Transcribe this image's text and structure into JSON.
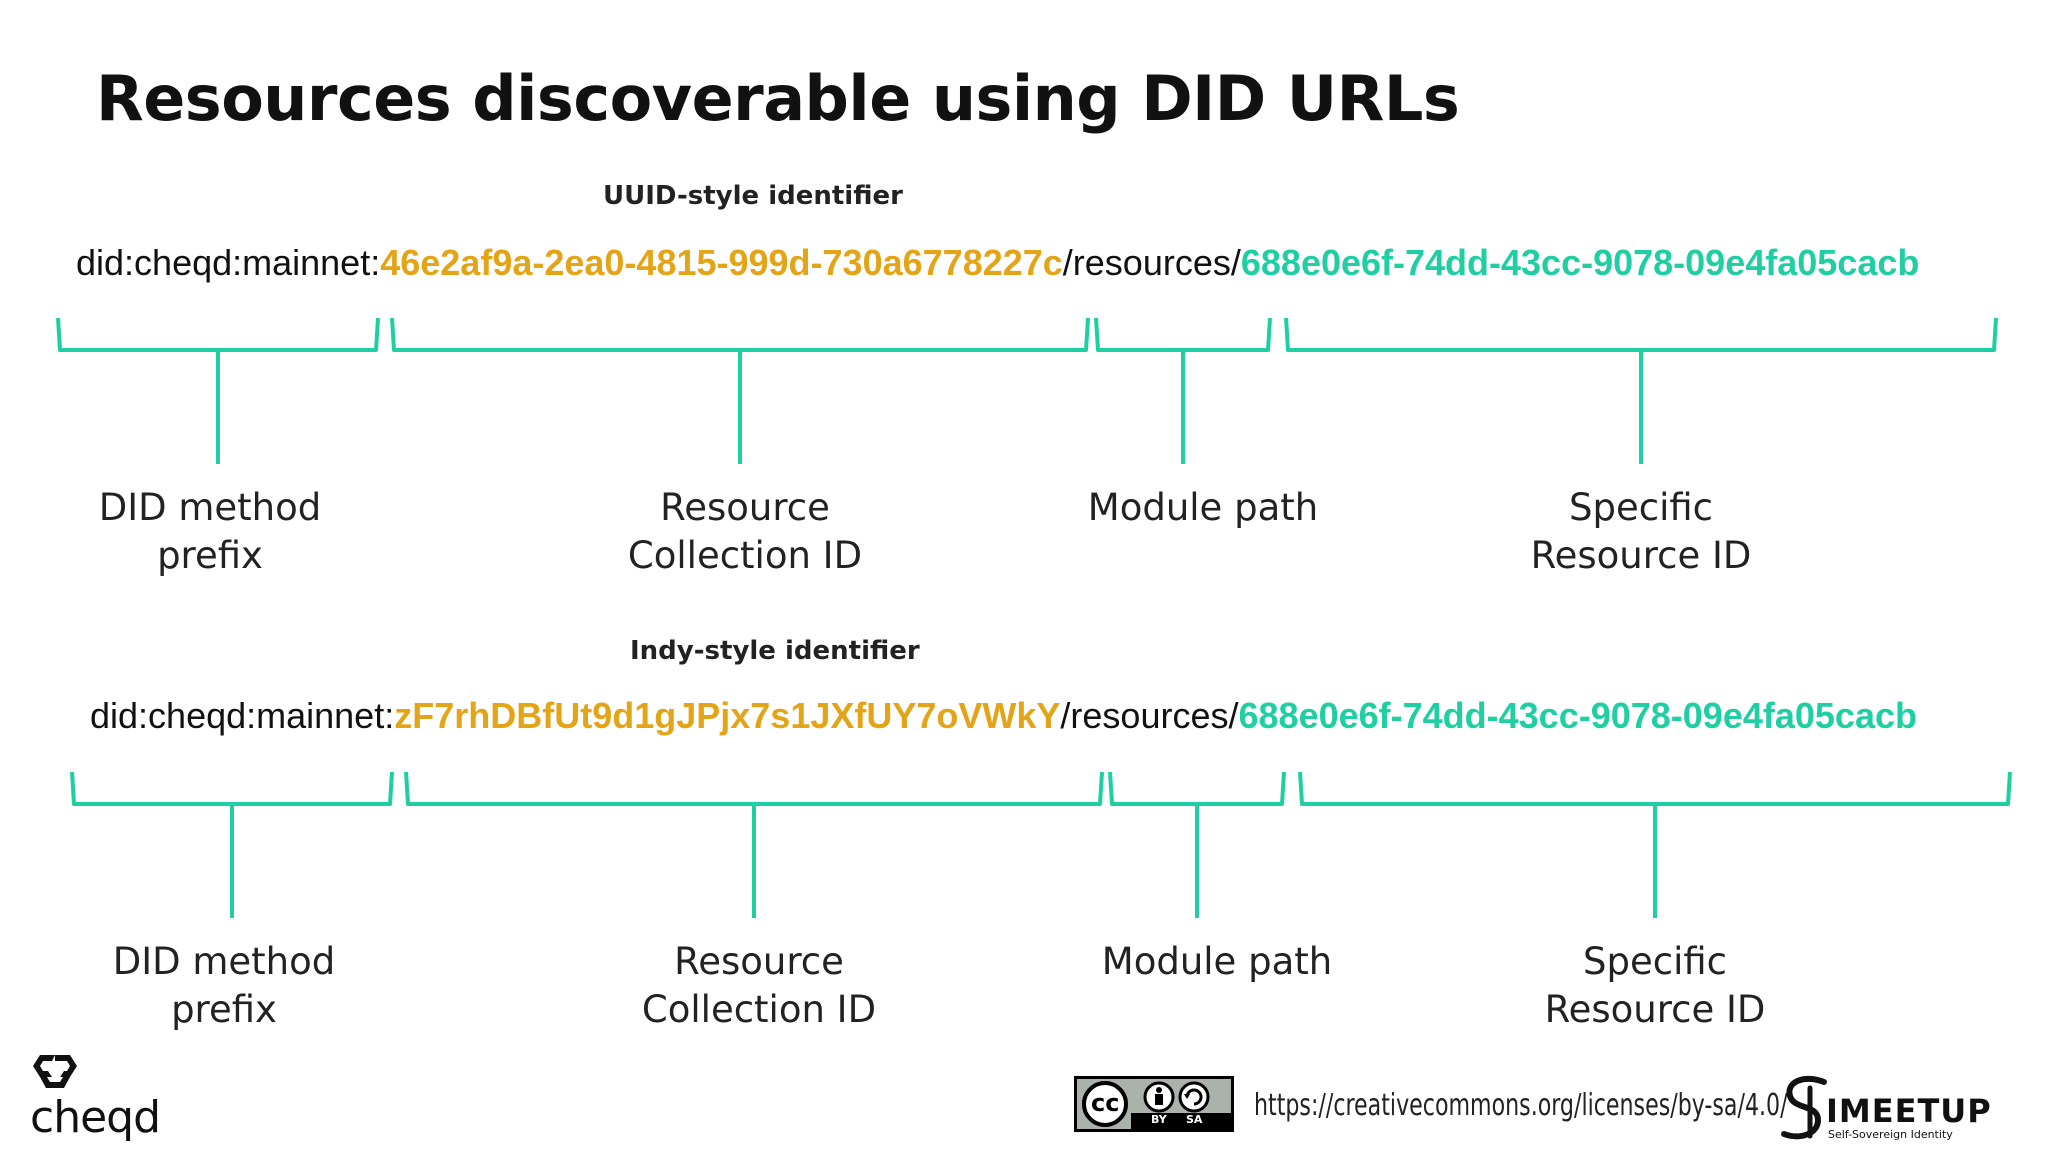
{
  "title": "Resources discoverable using DID URLs",
  "diagrams": [
    {
      "style_label": "UUID-style identifier",
      "did_prefix": "did:cheqd:mainnet:",
      "collection_id": "46e2af9a-2ea0-4815-999d-730a6778227c",
      "module_path": "/resources/",
      "resource_id": "688e0e6f-74dd-43cc-9078-09e4fa05cacb",
      "labels": {
        "prefix_line1": "DID method",
        "prefix_line2": "prefix",
        "collection_line1": "Resource",
        "collection_line2": "Collection ID",
        "module_line1": "Module path",
        "resource_line1": "Specific",
        "resource_line2": "Resource ID"
      }
    },
    {
      "style_label": "Indy-style identifier",
      "did_prefix": "did:cheqd:mainnet:",
      "collection_id": "zF7rhDBfUt9d1gJPjx7s1JXfUY7oVWkY",
      "module_path": "/resources/",
      "resource_id": "688e0e6f-74dd-43cc-9078-09e4fa05cacb",
      "labels": {
        "prefix_line1": "DID method",
        "prefix_line2": "prefix",
        "collection_line1": "Resource",
        "collection_line2": "Collection ID",
        "module_line1": "Module path",
        "resource_line1": "Specific",
        "resource_line2": "Resource ID"
      }
    }
  ],
  "footer": {
    "license_url": "https://creativecommons.org/licenses/by-sa/4.0/",
    "cheqd_logo_text": "cheqd",
    "cc_badge": {
      "cc": "cc",
      "by": "BY",
      "sa": "SA"
    },
    "ssi_logo_text": "IMEETUP",
    "ssi_logo_sub": "Self-Sovereign Identity"
  },
  "colors": {
    "accent_teal": "#1fcea3",
    "accent_gold": "#e3a418",
    "text": "#111111"
  },
  "icons": [
    "cheqd-logo-icon",
    "cc-by-sa-badge-icon",
    "ssi-meetup-logo-icon"
  ]
}
